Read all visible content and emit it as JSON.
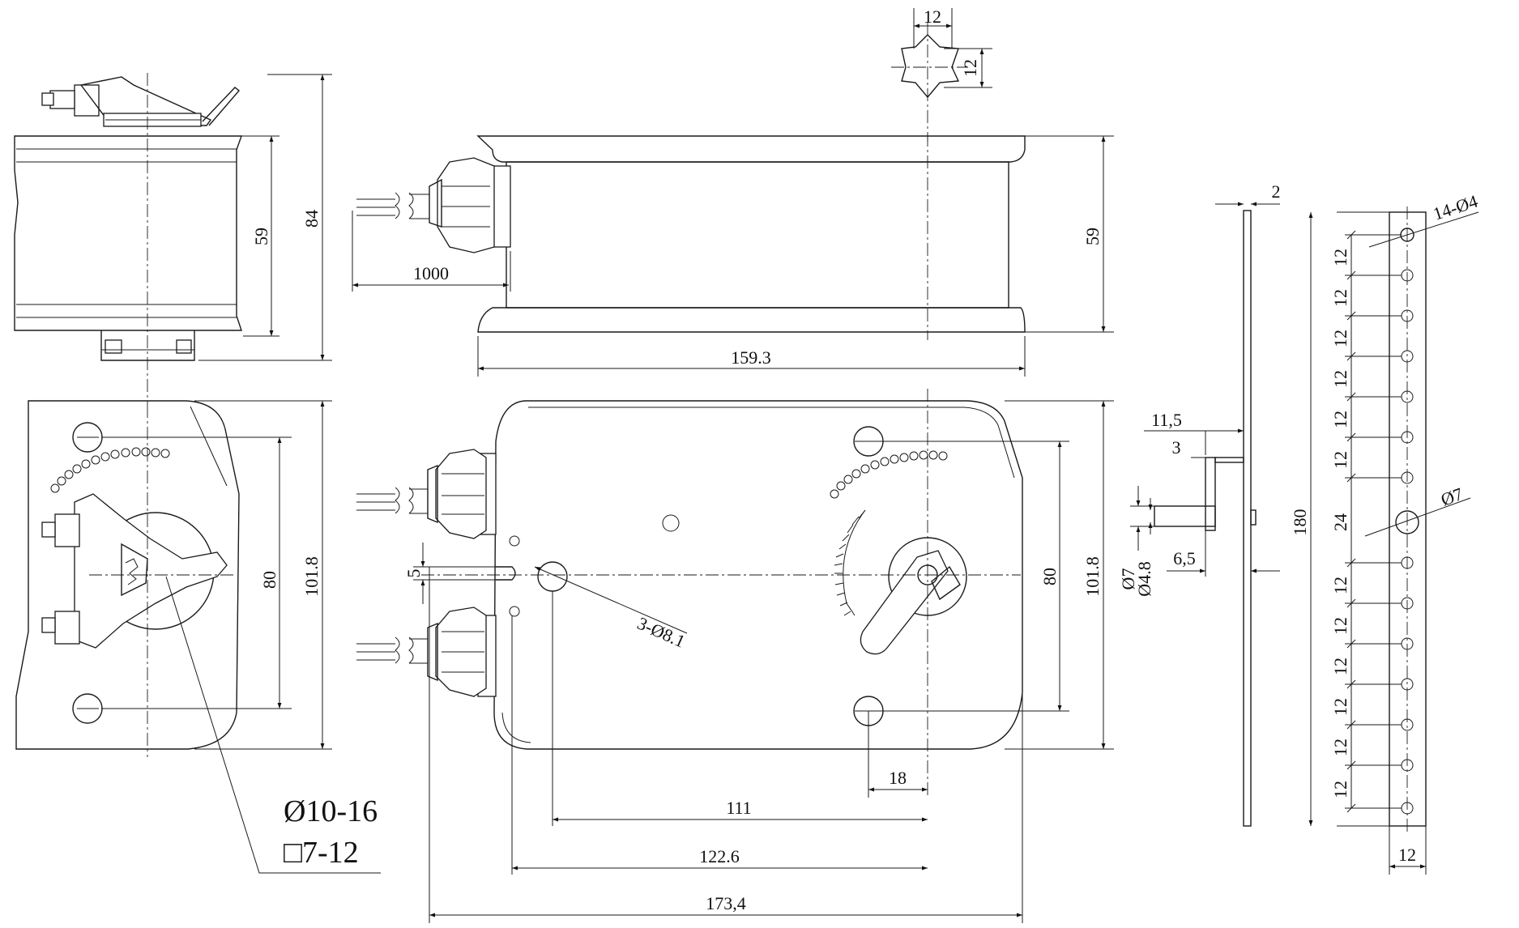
{
  "dimensions": {
    "side_height_inner": "59",
    "side_height_total": "84",
    "side_width": "101.8",
    "side_holes": "80",
    "top_star_w": "12",
    "top_star_h": "12",
    "cable_length": "1000",
    "body_height": "59",
    "body_width": "159.3",
    "front_height": "101.8",
    "front_holes": "80",
    "offset_5": "5",
    "hole_callout": "3-Ø8.1",
    "spacing_18": "18",
    "spacing_111": "111",
    "spacing_122": "122.6",
    "overall_173": "173,4",
    "bracket_thickness": "2",
    "bracket_11_5": "11,5",
    "bracket_3": "3",
    "bracket_d7": "Ø7",
    "bracket_d48": "Ø4.8",
    "bracket_6_5": "6,5",
    "strip_holes": "14-Ø4",
    "strip_pitch": "12",
    "strip_center": "24",
    "strip_center_hole": "Ø7",
    "strip_length": "180",
    "strip_width": "12"
  },
  "shaft_round": "Ø10-16",
  "shaft_square": "□7-12"
}
